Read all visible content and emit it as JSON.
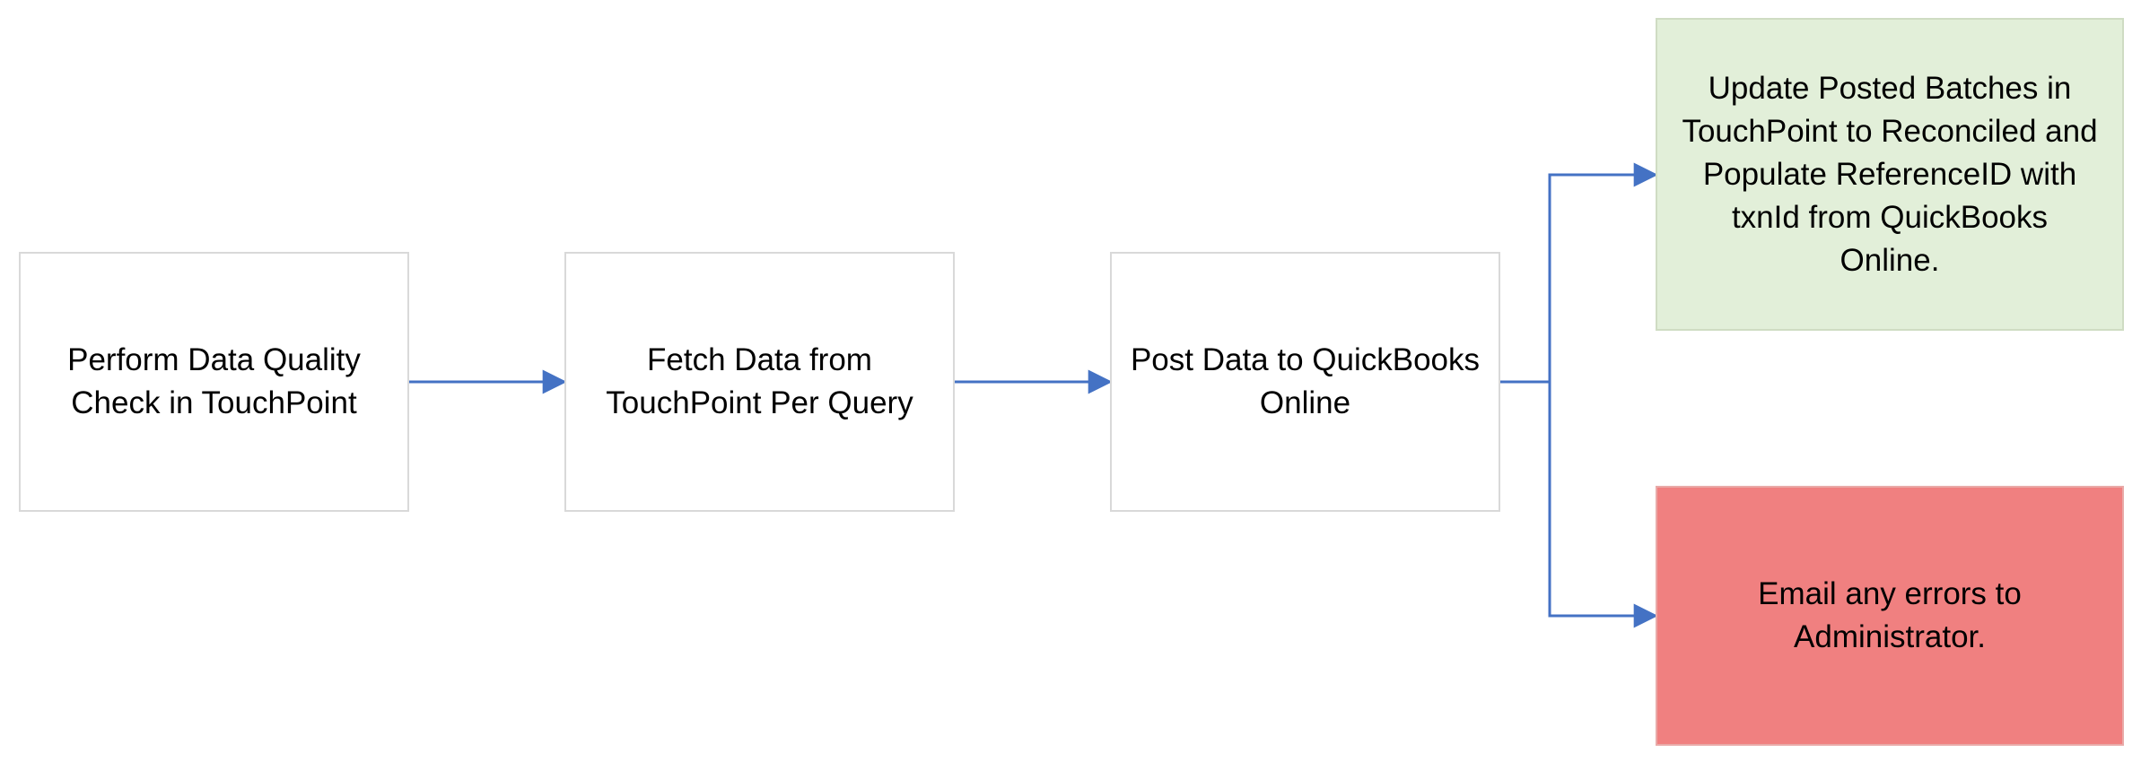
{
  "colors": {
    "connector": "#4472c4",
    "box_fill_default": "#ffffff",
    "box_fill_success": "#e2efd9",
    "box_fill_error": "#f08080",
    "box_border": "#d9d9d9"
  },
  "nodes": {
    "quality_check": {
      "label": "Perform Data Quality\nCheck in TouchPoint"
    },
    "fetch_data": {
      "label": "Fetch Data from\nTouchPoint Per Query"
    },
    "post_data": {
      "label": "Post Data to QuickBooks\nOnline"
    },
    "update_batches": {
      "label": "Update Posted Batches in\nTouchPoint to Reconciled and\nPopulate ReferenceID with\ntxnId from QuickBooks\nOnline."
    },
    "email_errors": {
      "label": "Email any errors to\nAdministrator."
    }
  }
}
